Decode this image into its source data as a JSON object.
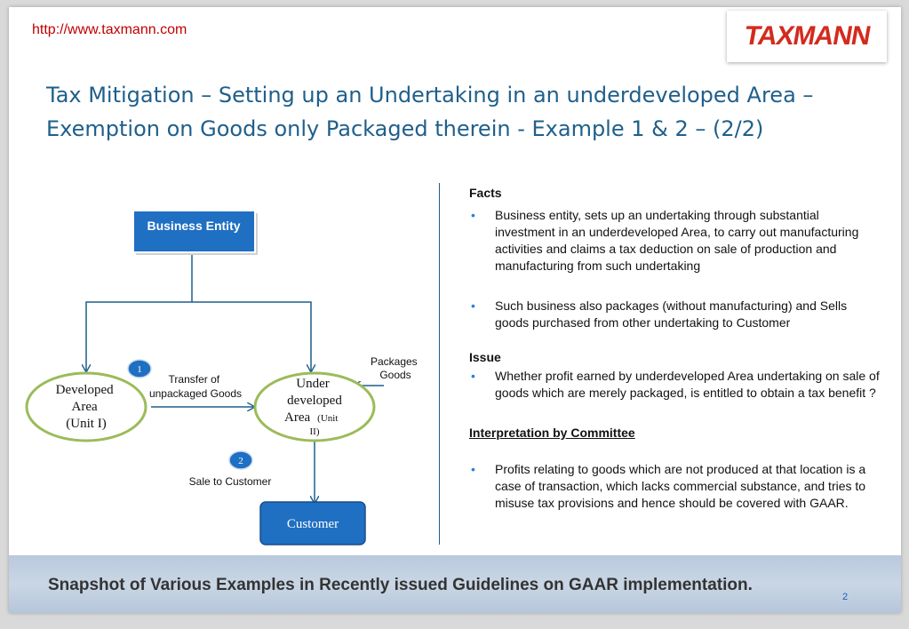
{
  "header": {
    "url": "http://www.taxmann.com",
    "logo": "TAXMANN"
  },
  "title": {
    "line1": "Tax Mitigation – Setting up an Undertaking in an underdeveloped Area –",
    "line2": "Exemption on Goods only Packaged therein - Example 1  & 2 – (2/2)"
  },
  "diagram": {
    "business_entity": "Business Entity",
    "developed": [
      "Developed",
      "Area",
      "(Unit I)"
    ],
    "under": [
      "Under",
      "developed",
      "Area",
      "(Unit",
      "II)"
    ],
    "customer": "Customer",
    "badge1": "1",
    "badge2": "2",
    "transfer": [
      "Transfer of",
      "unpackaged Goods"
    ],
    "packages": [
      "Packages",
      "Goods"
    ],
    "sale": "Sale to Customer"
  },
  "facts": {
    "heading": "Facts",
    "items": [
      "Business entity, sets up an undertaking  through substantial investment in an underdeveloped Area, to carry out manufacturing activities and claims a tax deduction on sale of production and manufacturing from such undertaking",
      "Such business also packages  (without manufacturing) and Sells goods purchased from other undertaking to Customer"
    ]
  },
  "issue": {
    "heading": "Issue",
    "items": [
      "Whether profit earned by underdeveloped Area undertaking on sale of goods which are merely packaged, is entitled to obtain a tax benefit ?"
    ]
  },
  "interpretation": {
    "heading": "Interpretation by Committee",
    "items": [
      "Profits relating to goods which are not produced at that location is a case of transaction, which lacks commercial substance, and tries to misuse tax provisions and hence should be covered with GAAR."
    ]
  },
  "footer": {
    "text": "Snapshot of Various Examples in Recently issued Guidelines on GAAR implementation.",
    "page": "2"
  },
  "colors": {
    "title": "#1f5f8b",
    "node_fill": "#1f6fc2",
    "ellipse_border": "#9bbb59",
    "arrow": "#1f5f8b"
  }
}
